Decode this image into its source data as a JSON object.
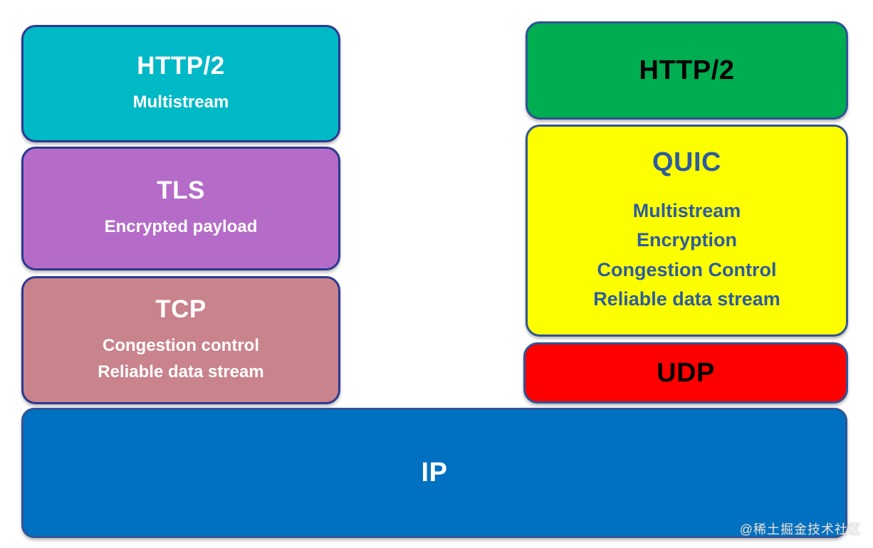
{
  "diagram": {
    "left_stack": [
      {
        "title": "HTTP/2",
        "features": [
          "Multistream"
        ],
        "bg": "#00B9C6",
        "text_color": "#FFFFFF",
        "border_color": "#2B3990"
      },
      {
        "title": "TLS",
        "features": [
          "Encrypted payload"
        ],
        "bg": "#B56CC8",
        "text_color": "#FFFFFF",
        "border_color": "#2B3990"
      },
      {
        "title": "TCP",
        "features": [
          "Congestion control",
          "Reliable data stream"
        ],
        "bg": "#C9838C",
        "text_color": "#FFFFFF",
        "border_color": "#2B3990"
      }
    ],
    "right_stack": [
      {
        "title": "HTTP/2",
        "features": [],
        "bg": "#00AD50",
        "text_color": "#000000",
        "border_color": "#2F5496"
      },
      {
        "title": "QUIC",
        "features": [
          "Multistream",
          "Encryption",
          "Congestion Control",
          "Reliable data stream"
        ],
        "bg": "#FDFF00",
        "text_color": "#2E5C9E",
        "border_color": "#2F5496"
      },
      {
        "title": "UDP",
        "features": [],
        "bg": "#FF0000",
        "text_color": "#000000",
        "border_color": "#2F5496"
      }
    ],
    "base_layer": {
      "title": "IP",
      "bg": "#0071C1",
      "text_color": "#FFFFFF",
      "border_color": "#2F5496"
    },
    "watermark": "@稀土掘金技术社区"
  }
}
